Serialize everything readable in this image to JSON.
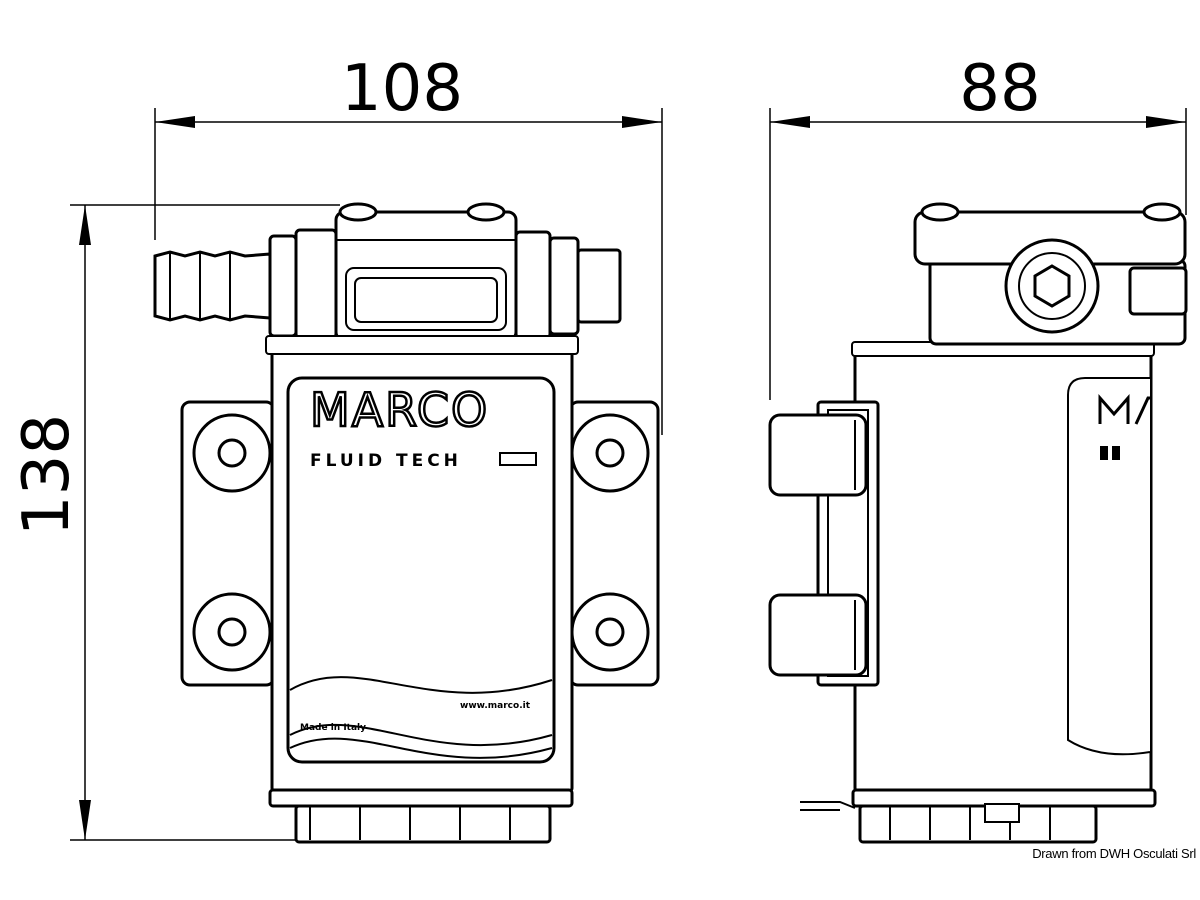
{
  "dimensions": {
    "width_front": "108",
    "width_side": "88",
    "height": "138"
  },
  "logo": {
    "brand": "MARCO",
    "subtitle": "FLUID TECH",
    "made_in": "Made in Italy",
    "website": "www.marco.it"
  },
  "credit": "Drawn from DWH Osculati Srl",
  "colors": {
    "line": "#000000",
    "background": "#ffffff"
  }
}
